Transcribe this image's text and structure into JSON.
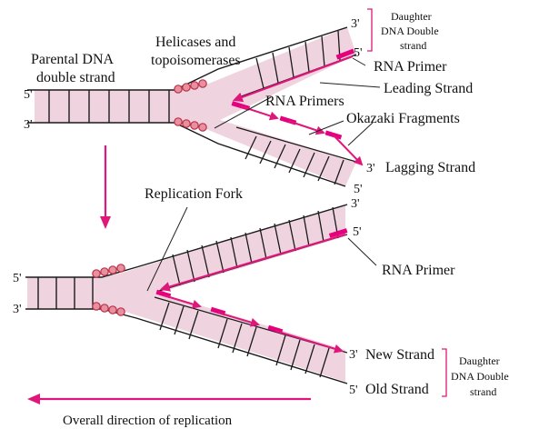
{
  "colors": {
    "strand_fill": "#efd3df",
    "strand_line": "#1a1a1a",
    "primer_magenta": "#e6007e",
    "arrow_magenta": "#e0177a",
    "enzyme_fill": "#e8909e",
    "enzyme_stroke": "#b9324c"
  },
  "icons": {
    "helicase": "helicase-cluster-icon",
    "arrow_down": "arrow-down-icon",
    "arrow_left": "arrow-left-icon"
  },
  "labels": {
    "parental_dna_line1": "Parental DNA",
    "parental_dna_line2": "double strand",
    "helicases_line1": "Helicases and",
    "helicases_line2": "topoisomerases",
    "rna_primer_top": "RNA Primer",
    "leading_strand": "Leading Strand",
    "rna_primers": "RNA Primers",
    "okazaki_fragments": "Okazaki Fragments",
    "lagging_strand": "Lagging Strand",
    "replication_fork": "Replication Fork",
    "rna_primer_bottom": "RNA Primer",
    "new_strand": "New Strand",
    "old_strand": "Old Strand",
    "daughter_top_1": "Daughter",
    "daughter_top_2": "DNA Double",
    "daughter_top_3": "strand",
    "daughter_bottom_1": "Daughter",
    "daughter_bottom_2": "DNA Double",
    "daughter_bottom_3": "strand",
    "overall_direction": "Overall direction of replication"
  },
  "ends": {
    "top_parental_5": "5'",
    "top_parental_3": "3'",
    "top_upper_3": "3'",
    "top_upper_5": "5'",
    "top_lower_3": "3'",
    "top_lower_5": "5'",
    "bottom_parental_5": "5'",
    "bottom_parental_3": "3'",
    "bottom_upper_3": "3'",
    "bottom_upper_5": "5'",
    "bottom_lower_3": "3'",
    "bottom_lower_5": "5'"
  }
}
